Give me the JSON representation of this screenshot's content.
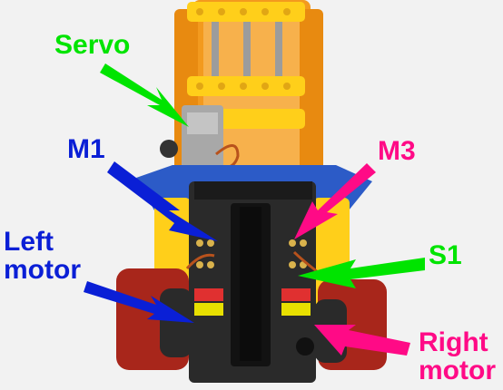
{
  "image": {
    "description_free_labels": {
      "servo": "Servo",
      "m1": "M1",
      "m3": "M3",
      "s1": "S1",
      "left_motor": "Left\nmotor",
      "right_motor": "Right\nmotor"
    },
    "colors": {
      "green_label": "#00e400",
      "blue_label": "#0a1fd6",
      "pink_label": "#ff0a86",
      "frame_orange": "#f39a1e",
      "frame_yellow": "#ffcf1a",
      "board_black": "#1b1b1b",
      "wheel_red": "#a8261b",
      "background": "#f2f2f2"
    }
  }
}
